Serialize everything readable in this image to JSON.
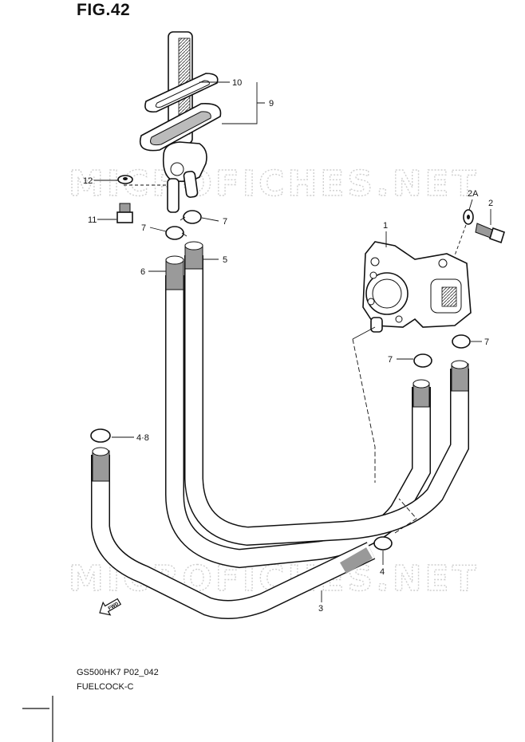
{
  "figure": {
    "title": "FIG.42"
  },
  "watermark": "MICROFICHES.NET",
  "callouts": {
    "c10": "10",
    "c9": "9",
    "c12": "12",
    "c11": "11",
    "c7a": "7",
    "c7b": "7",
    "c6": "6",
    "c5": "5",
    "c1": "1",
    "c2a": "2A",
    "c2": "2",
    "c7c": "7",
    "c7d": "7",
    "c48": "4·8",
    "c4": "4",
    "c3": "3"
  },
  "fwd_label": "FWD",
  "footer": {
    "model": "GS500HK7 P02_042",
    "name": "FUELCOCK-C"
  }
}
